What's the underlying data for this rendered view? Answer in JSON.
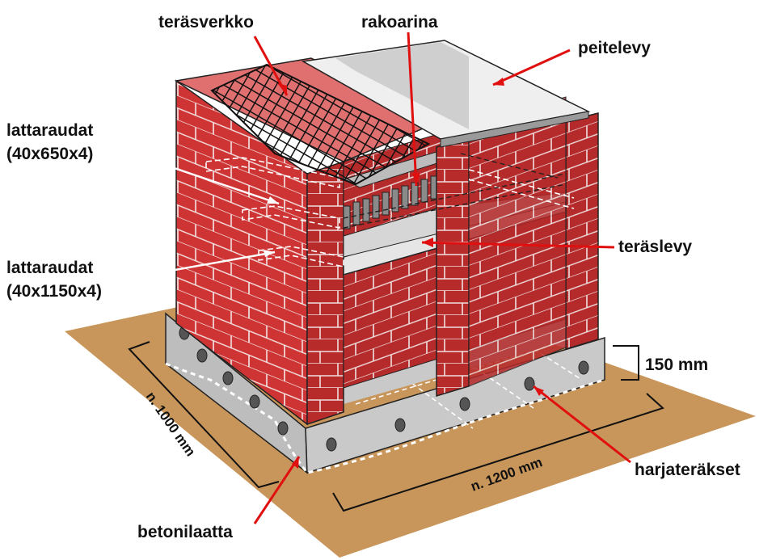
{
  "labels": {
    "terasverkko": "teräsverkko",
    "rakoarina": "rakoarina",
    "peitelevy": "peitelevy",
    "lattaraudat_1_line1": "lattaraudat",
    "lattaraudat_1_line2": "(40x650x4)",
    "lattaraudat_2_line1": "lattaraudat",
    "lattaraudat_2_line2": "(40x1150x4)",
    "teraslevy": "teräslevy",
    "harjateraksit": "harjateräkset",
    "betonilaatta": "betonilaatta"
  },
  "dimensions": {
    "height": "150 mm",
    "depth": "n. 1000 mm",
    "width": "n. 1200 mm"
  },
  "colors": {
    "ground": "#c8955a",
    "brick": "#d23a3a",
    "brick_dark": "#a82424",
    "mortar": "#f0f0f0",
    "concrete": "#bdbdbd",
    "plate": "#e6e6e6",
    "leader_red": "#e01010",
    "leader_white": "#ffffff"
  }
}
